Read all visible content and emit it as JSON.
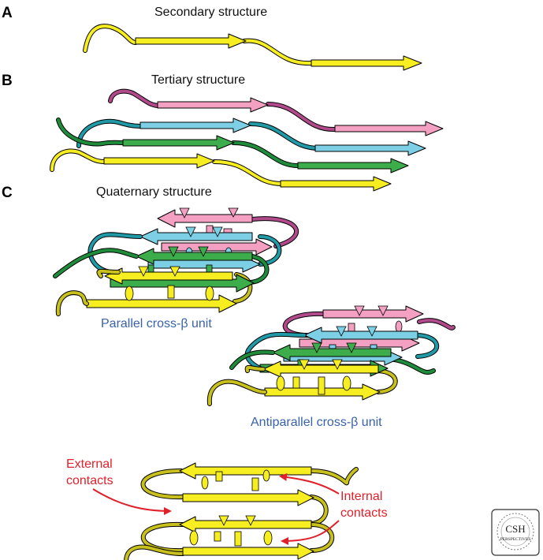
{
  "panels": {
    "a": {
      "letter": "A",
      "title": "Secondary structure"
    },
    "b": {
      "letter": "B",
      "title": "Tertiary structure"
    },
    "c": {
      "letter": "C",
      "title": "Quaternary structure",
      "parallel_label": "Parallel cross-β unit",
      "antiparallel_label": "Antiparallel cross-β unit",
      "external_label": [
        "External",
        "contacts"
      ],
      "internal_label": [
        "Internal",
        "contacts"
      ]
    }
  },
  "logo": {
    "top": "CSH",
    "bottom": "PERSPECTIVES"
  },
  "colors": {
    "yellow": "#f6ee21",
    "green": "#3cad4a",
    "cyan": "#7ccfe4",
    "pink": "#f4a0c3",
    "magenta_loop": "#b04a8a",
    "teal_loop": "#1f9aa6",
    "green_loop": "#1e8c3a",
    "olive_loop": "#c8c01c",
    "label_blue": "#3a62a8",
    "label_red": "#e0202a"
  }
}
